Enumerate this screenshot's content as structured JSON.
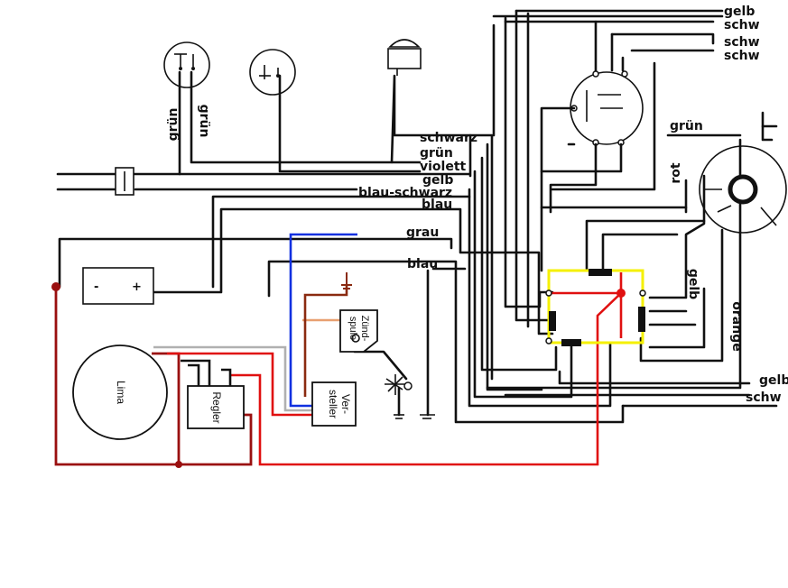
{
  "labels": {
    "gruen_vertical_1": "grün",
    "gruen_vertical_2": "grün",
    "schwarz": "schwarz",
    "gruen": "grün",
    "violett": "violett",
    "gelb": "gelb",
    "blau_schwarz": "blau-schwarz",
    "blau": "blau",
    "grau": "grau",
    "blau_lower": "blau",
    "top_gelb": "gelb",
    "top_schw_1": "schw",
    "top_schw_2": "schw",
    "top_schw_3": "schw",
    "right_gruen": "grün",
    "right_rot": "rot",
    "right_gelb": "gelb",
    "right_orange": "orange",
    "bottom_gelb": "gelb",
    "bottom_schw": "schw"
  },
  "components": {
    "lima": "Lima",
    "regler": "Regler",
    "versteller": "Ver-\nsteller",
    "versteller_line1": "Ver-",
    "versteller_line2": "steller",
    "zuendspule_line1": "Zünd-",
    "zuendspule_line2": "spule",
    "battery_minus": "-",
    "battery_plus": "+"
  },
  "colors": {
    "wire_black": "#111111",
    "wire_red": "#e01010",
    "wire_darkred": "#9a1010",
    "wire_blue": "#1030e0",
    "wire_gray": "#b0b0b0",
    "wire_orange": "#e8a070",
    "wire_brown": "#8a2a10",
    "box_yellow": "#f5f000"
  }
}
